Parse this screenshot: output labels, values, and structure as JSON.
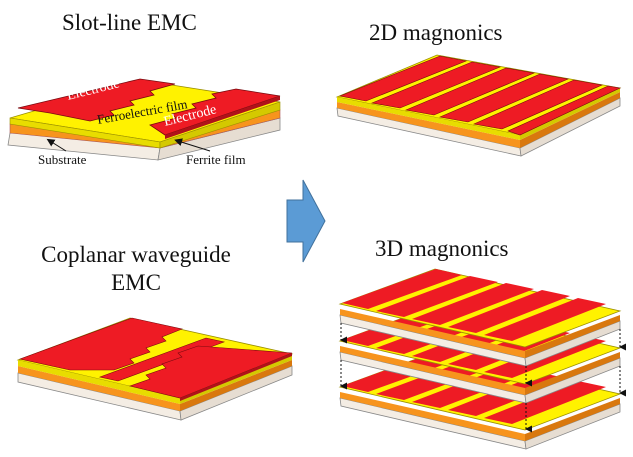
{
  "titles": {
    "slot_line": "Slot-line EMC",
    "magnonics_2d": "2D magnonics",
    "coplanar_line1": "Coplanar waveguide",
    "coplanar_line2": "EMC",
    "magnonics_3d": "3D magnonics"
  },
  "labels": {
    "electrode_top": "Electrode",
    "electrode_bottom": "Electrode",
    "ferroelectric": "Ferroelectric film",
    "substrate": "Substrate",
    "ferrite": "Ferrite film"
  },
  "colors": {
    "electrode": "#ee1b24",
    "electrode_dark": "#b0121a",
    "ferroelectric": "#fff200",
    "ferroelectric_dark": "#c9c000",
    "ferrite": "#f7941d",
    "substrate": "#f4ede4",
    "arrow": "#5b9bd5",
    "label_text_light": "#ffffff",
    "label_text_dark": "#111111"
  },
  "icons": {
    "transition_arrow": "right-arrow-icon",
    "stack_link": "dotted-down-arrow-icon"
  }
}
